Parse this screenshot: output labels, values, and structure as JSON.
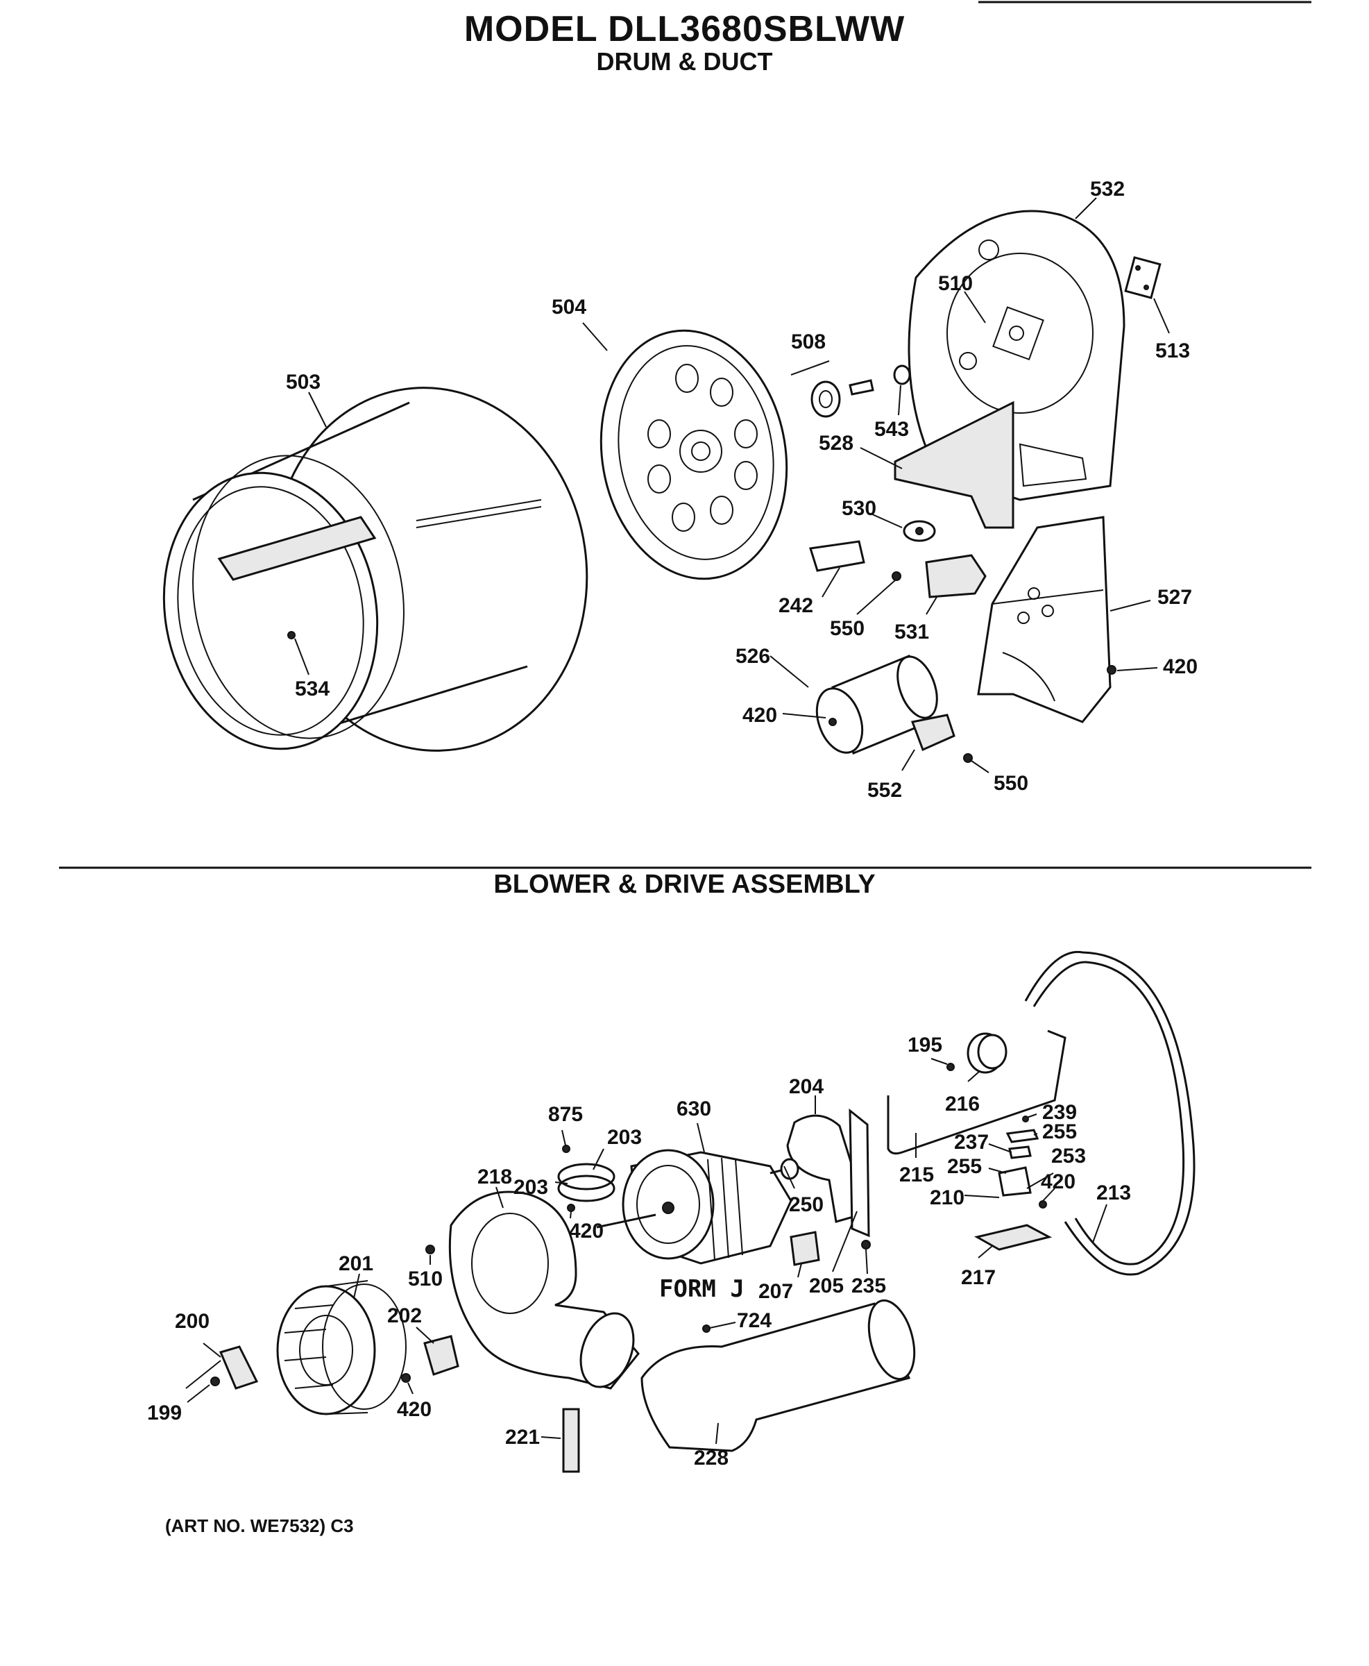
{
  "header": {
    "model_title": "MODEL DLL3680SBLWW",
    "subtitle": "DRUM & DUCT"
  },
  "section2_title": "BLOWER & DRIVE ASSEMBLY",
  "art_number": "(ART NO. WE7532) C3",
  "form_label": "FORM J",
  "labels": {
    "p532": "532",
    "p513": "513",
    "p510a": "510",
    "p504": "504",
    "p508": "508",
    "p503": "503",
    "p543": "543",
    "p528": "528",
    "p530": "530",
    "p242": "242",
    "p550a": "550",
    "p531": "531",
    "p527": "527",
    "p420a": "420",
    "p526": "526",
    "p420b": "420",
    "p534": "534",
    "p552": "552",
    "p550b": "550",
    "p195": "195",
    "p216": "216",
    "p204": "204",
    "p875": "875",
    "p630": "630",
    "p203a": "203",
    "p239": "239",
    "p255a": "255",
    "p237": "237",
    "p253": "253",
    "p255b": "255",
    "p218": "218",
    "p203b": "203",
    "p215": "215",
    "p420c": "420",
    "p213": "213",
    "p210": "210",
    "p250": "250",
    "p420d": "420",
    "p201": "201",
    "p510b": "510",
    "p207": "207",
    "p205": "205",
    "p235": "235",
    "p217": "217",
    "p200": "200",
    "p202": "202",
    "p724": "724",
    "p199": "199",
    "p420e": "420",
    "p221": "221",
    "p228": "228"
  }
}
